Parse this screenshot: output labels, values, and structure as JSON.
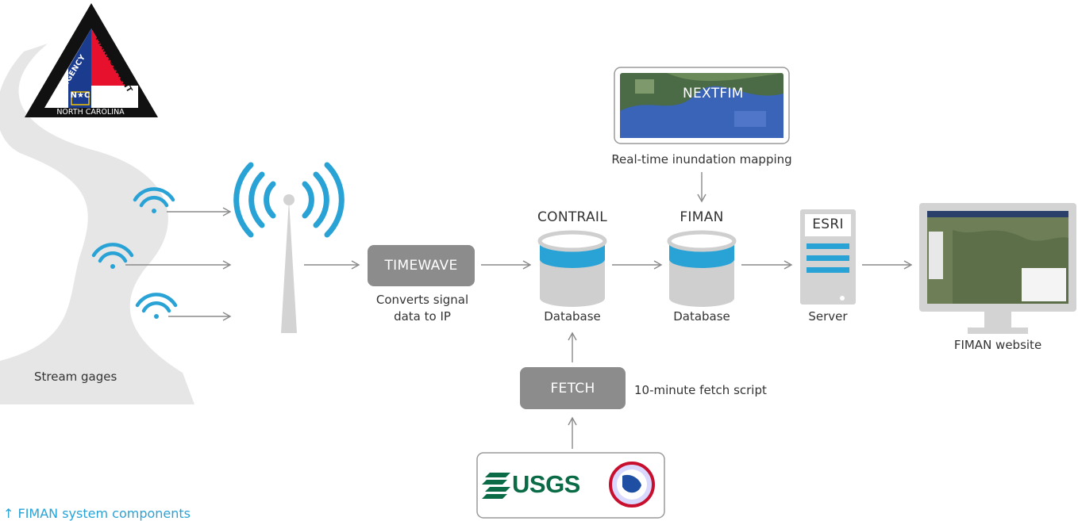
{
  "colors": {
    "accent_blue": "#29a3d6",
    "gray_box": "#8c8c8c",
    "river": "#e6e6e6",
    "arrow": "#8a8a8a",
    "db_body": "#cfcfcf",
    "nc_red": "#e8112d",
    "nc_blue": "#1b3b8f"
  },
  "logo": {
    "left_text": "EMERGENCY",
    "right_text": "MANAGEMENT",
    "bottom_text": "NORTH CAROLINA",
    "flag_text": "N★C"
  },
  "stream_gages": {
    "label": "Stream gages"
  },
  "timewave": {
    "box_label": "TIMEWAVE",
    "caption_line1": "Converts signal",
    "caption_line2": "data to IP"
  },
  "contrail": {
    "title": "CONTRAIL",
    "caption": "Database"
  },
  "fiman_db": {
    "title": "FIMAN",
    "caption": "Database"
  },
  "nextfim": {
    "box_label": "NEXTFIM",
    "caption": "Real-time inundation mapping"
  },
  "server": {
    "box_label": "ESRI",
    "caption": "Server"
  },
  "website": {
    "caption": "FIMAN website"
  },
  "fetch": {
    "box_label": "FETCH",
    "caption": "10-minute fetch script"
  },
  "sources": {
    "usgs_label": "USGS"
  },
  "figure_caption": "↑ FIMAN system components"
}
